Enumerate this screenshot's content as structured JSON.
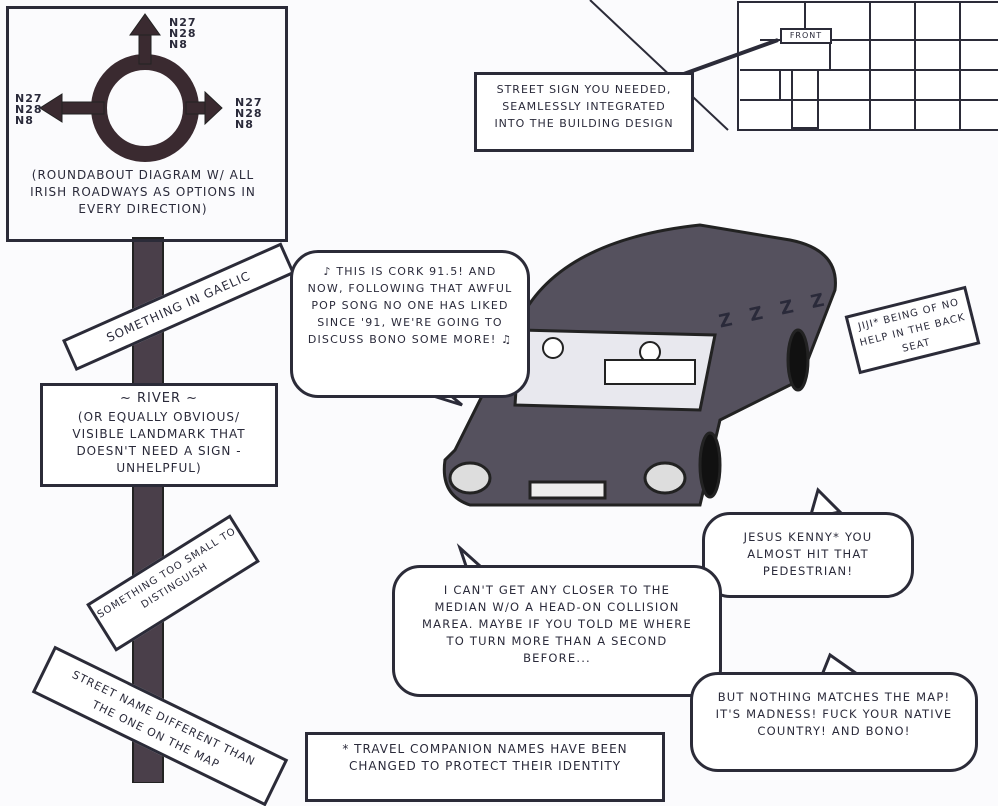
{
  "roundabout_sign": {
    "top_routes": [
      "N27",
      "N28",
      "N8"
    ],
    "left_routes": [
      "N27",
      "N28",
      "N8"
    ],
    "right_routes": [
      "N27",
      "N28",
      "N8"
    ],
    "caption": "(Roundabout diagram w/ all Irish roadways as options in every direction)"
  },
  "gaelic_sign": "Something in Gaelic",
  "river_sign": {
    "title": "~ River ~",
    "caption": "(or equally obvious/ visible landmark that doesn't need a sign - unhelpful)"
  },
  "small_sign": "Something too small to distinguish",
  "street_name_sign": "Street name different than the one on the map",
  "building": {
    "sign": "Front",
    "callout": "Street sign you needed, seamlessly integrated into the building design"
  },
  "radio_bubble": "♪ This is Cork 91.5! And now, following that awful pop song no one has liked since '91, we're going to discuss Bono some more! ♫",
  "snore": "Z Z Z Z",
  "backseat_caption": "Jiji* being of no help in the back seat",
  "passenger_bubble": "Jesus Kenny* you almost hit that pedestrian!",
  "driver_bubble": "I can't get any closer to the median w/o a head-on collision marea. Maybe if you told me where to turn more than a second before...",
  "map_bubble": "But nothing matches the map! It's madness! Fuck your native country! And Bono!",
  "footnote": "* Travel companion names have been changed to protect their identity"
}
